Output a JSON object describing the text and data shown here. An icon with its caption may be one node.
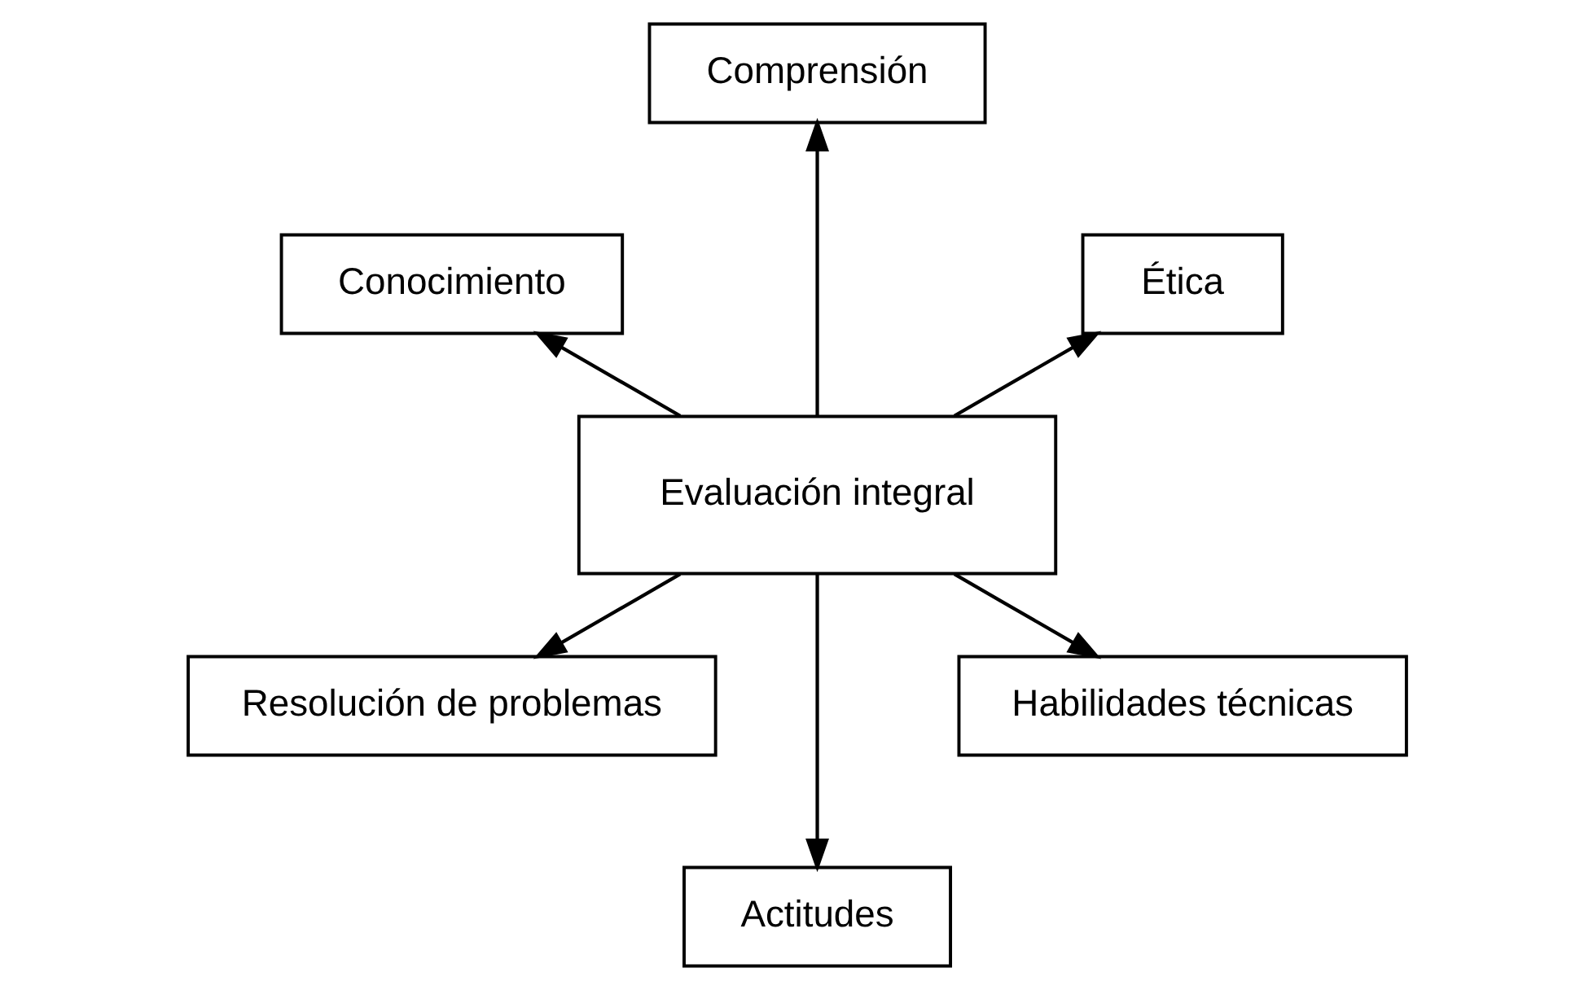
{
  "diagram": {
    "nodes": [
      {
        "text": [
          "Ética"
        ]
      },
      {
        "text": [
          "Comprensión"
        ]
      },
      {
        "text": [
          "Conocimiento"
        ]
      },
      {
        "text": [
          "Evaluación integral"
        ]
      },
      {
        "text": [
          "Resolución de problemas"
        ]
      },
      {
        "text": [
          "Actitudes"
        ]
      },
      {
        "text": [
          "Habilidades técnicas"
        ]
      }
    ],
    "edges": [
      {
        "from": 3,
        "to": 0,
        "arrow": "to"
      },
      {
        "from": 3,
        "to": 1,
        "arrow": "to"
      },
      {
        "from": 3,
        "to": 4,
        "arrow": "to"
      },
      {
        "from": 3,
        "to": 6,
        "arrow": "to"
      },
      {
        "from": 3,
        "to": 5,
        "arrow": "to"
      },
      {
        "from": 3,
        "to": 2,
        "arrow": "to"
      }
    ]
  }
}
